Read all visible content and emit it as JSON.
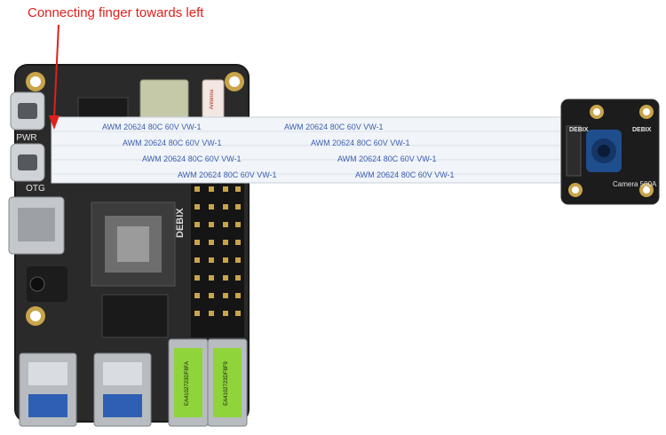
{
  "annotation": {
    "text": "Connecting finger towards left",
    "color": "#e0201c"
  },
  "board": {
    "brand_text": "DEBIX",
    "port_labels": {
      "pwr": "PWR",
      "otg": "OTG"
    },
    "module_label": "Antenna",
    "barcodes": [
      "EA4102723DF8FA",
      "EA4102723DF8F9"
    ]
  },
  "ribbon_cable": {
    "print_line_1": "AWM 20624 80C 60V VW-1",
    "print_line_2": "AWM 20624 80C 60V VW-1"
  },
  "camera": {
    "brand_left": "DEBIX",
    "brand_right": "DEBIX",
    "model_label": "Camera 500A"
  },
  "colors": {
    "board": "#2a2a2a",
    "cable": "#f1f4f8",
    "cable_print": "#3a5fb0",
    "camera_lens": "#1f4e8c",
    "barcode_sticker": "#8fd43a",
    "arrow": "#e0201c"
  }
}
